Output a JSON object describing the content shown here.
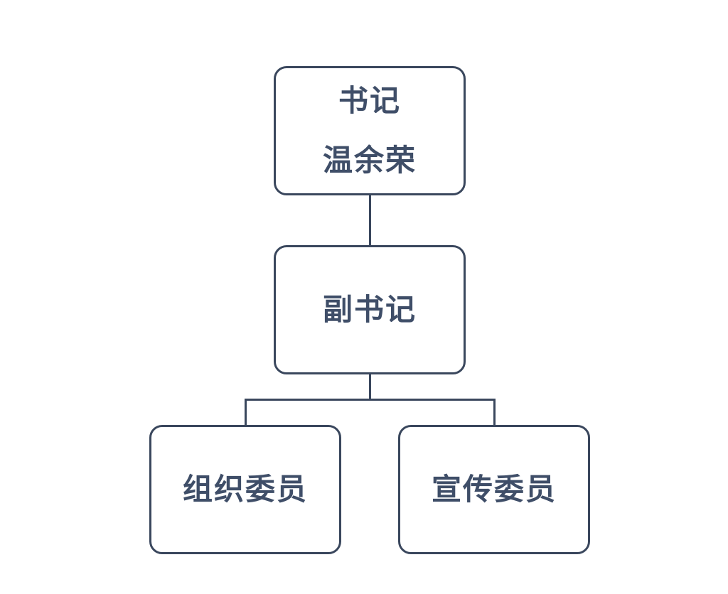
{
  "diagram": {
    "type": "org-chart",
    "background_color": "#ffffff",
    "line_color": "#3a475d",
    "text_color": "#3f4e68",
    "nodes": [
      {
        "id": "secretary",
        "lines": {
          "title": "书记",
          "name": "温余荣"
        }
      },
      {
        "id": "deputy-secretary",
        "lines": {
          "title": "副书记"
        }
      },
      {
        "id": "organization-member",
        "lines": {
          "title": "组织委员"
        }
      },
      {
        "id": "publicity-member",
        "lines": {
          "title": "宣传委员"
        }
      }
    ],
    "edges": [
      {
        "from": "secretary",
        "to": "deputy-secretary"
      },
      {
        "from": "deputy-secretary",
        "to": "organization-member"
      },
      {
        "from": "deputy-secretary",
        "to": "publicity-member"
      }
    ]
  }
}
